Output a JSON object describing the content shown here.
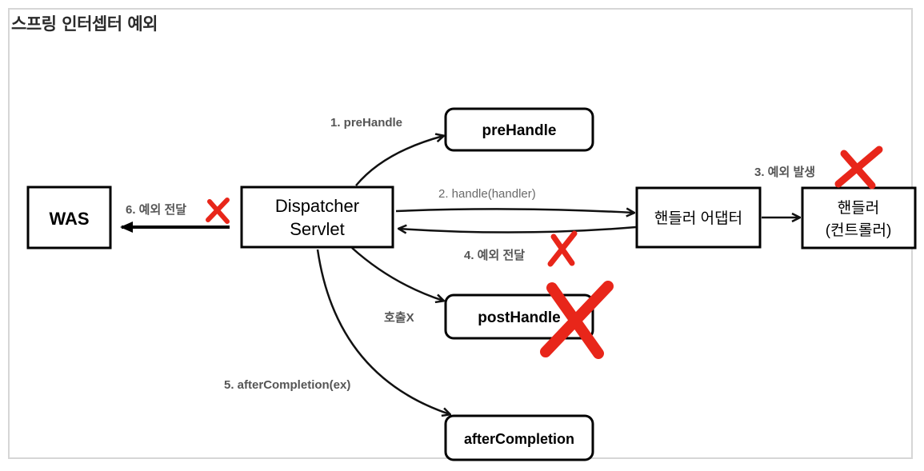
{
  "title": "스프링 인터셉터 예외",
  "nodes": {
    "was": "WAS",
    "dispatcher_line1": "Dispatcher",
    "dispatcher_line2": "Servlet",
    "prehandle": "preHandle",
    "adapter": "핸들러 어댑터",
    "handler_line1": "핸들러",
    "handler_line2": "(컨트롤러)",
    "posthandle": "postHandle",
    "aftercompletion": "afterCompletion"
  },
  "edges": {
    "e1": "1. preHandle",
    "e2": "2. handle(handler)",
    "e3": "3. 예외 발생",
    "e4": "4. 예외 전달",
    "e5": "5. afterCompletion(ex)",
    "e6": "6. 예외 전달",
    "not_called": "호출X"
  },
  "colors": {
    "cross": "#e8261a",
    "label": "#555555",
    "frame": "#d6d6d6"
  }
}
